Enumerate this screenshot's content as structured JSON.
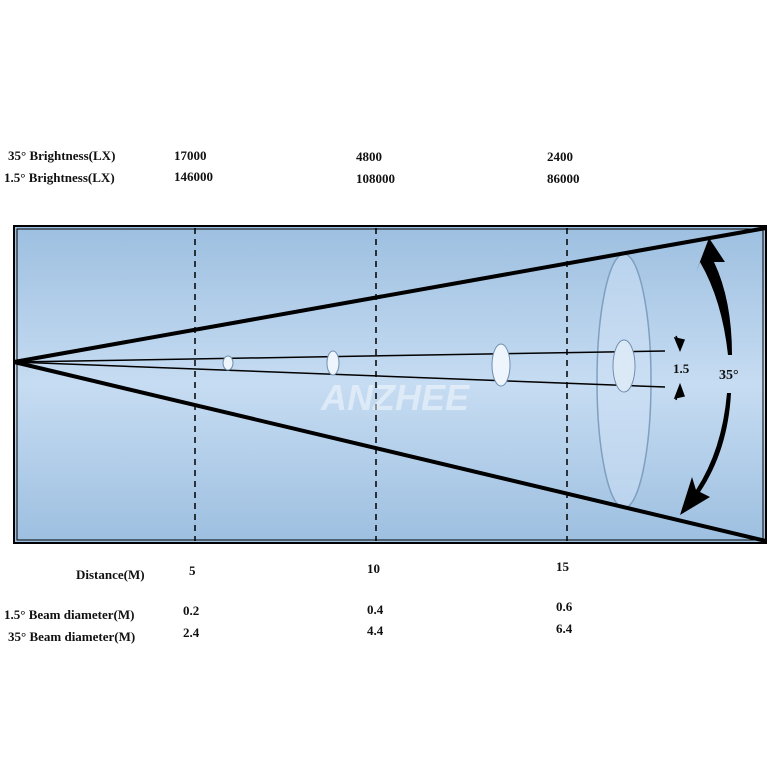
{
  "brightness": {
    "rows": [
      {
        "label": "35° Brightness(LX)",
        "values": [
          "17000",
          "4800",
          "2400"
        ]
      },
      {
        "label": "1.5° Brightness(LX)",
        "values": [
          "146000",
          "108000",
          "86000"
        ]
      }
    ]
  },
  "distance": {
    "label": "Distance(M)",
    "values": [
      "5",
      "10",
      "15"
    ]
  },
  "beam": {
    "rows": [
      {
        "label": "1.5° Beam diameter(M)",
        "values": [
          "0.2",
          "0.4",
          "0.6"
        ]
      },
      {
        "label": "35° Beam diameter(M)",
        "values": [
          "2.4",
          "4.4",
          "6.4"
        ]
      }
    ]
  },
  "diagram": {
    "narrow_angle_label": "1.5",
    "wide_angle_label": "35°",
    "watermark": "ANZHEE",
    "colors": {
      "bg_top": "#9dbfe0",
      "bg_mid": "#c6dcf2",
      "line": "#000000"
    }
  }
}
